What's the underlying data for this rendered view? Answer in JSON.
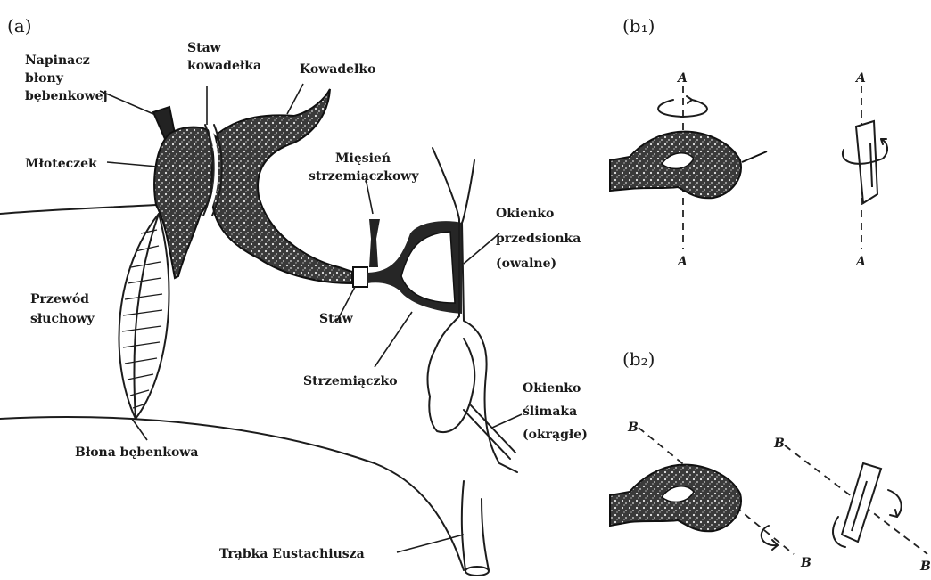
{
  "panels": {
    "a": "(a)",
    "b1": "(b₁)",
    "b2": "(b₂)"
  },
  "labels": {
    "napinacz_line1": "Napinacz",
    "napinacz_line2": "błony",
    "napinacz_line3": "bębenkowej",
    "mloteczek": "Młoteczek",
    "staw_kowadelka_line1": "Staw",
    "staw_kowadelka_line2": "kowadełka",
    "kowadelko": "Kowadełko",
    "miesien_line1": "Mięsień",
    "miesien_line2": "strzemiączkowy",
    "okienko_przedsionka_line1": "Okienko",
    "okienko_przedsionka_line2": "przedsionka",
    "okienko_przedsionka_line3": "(owalne)",
    "przewod_line1": "Przewód",
    "przewod_line2": "słuchowy",
    "staw": "Staw",
    "strzemiaczko": "Strzemiączko",
    "okienko_slimaka_line1": "Okienko",
    "okienko_slimaka_line2": "ślimaka",
    "okienko_slimaka_line3": "(okrągłe)",
    "blona": "Błona bębenkowa",
    "trabka": "Trąbka Eustachiusza"
  },
  "axes": {
    "a_top": "A",
    "a_bottom": "A",
    "a2_top": "A",
    "a2_bottom": "A",
    "b_left": "B",
    "b_right": "B",
    "b2_left": "B",
    "b2_right": "B"
  },
  "colors": {
    "ink": "#1c1c1c",
    "background": "#ffffff"
  }
}
